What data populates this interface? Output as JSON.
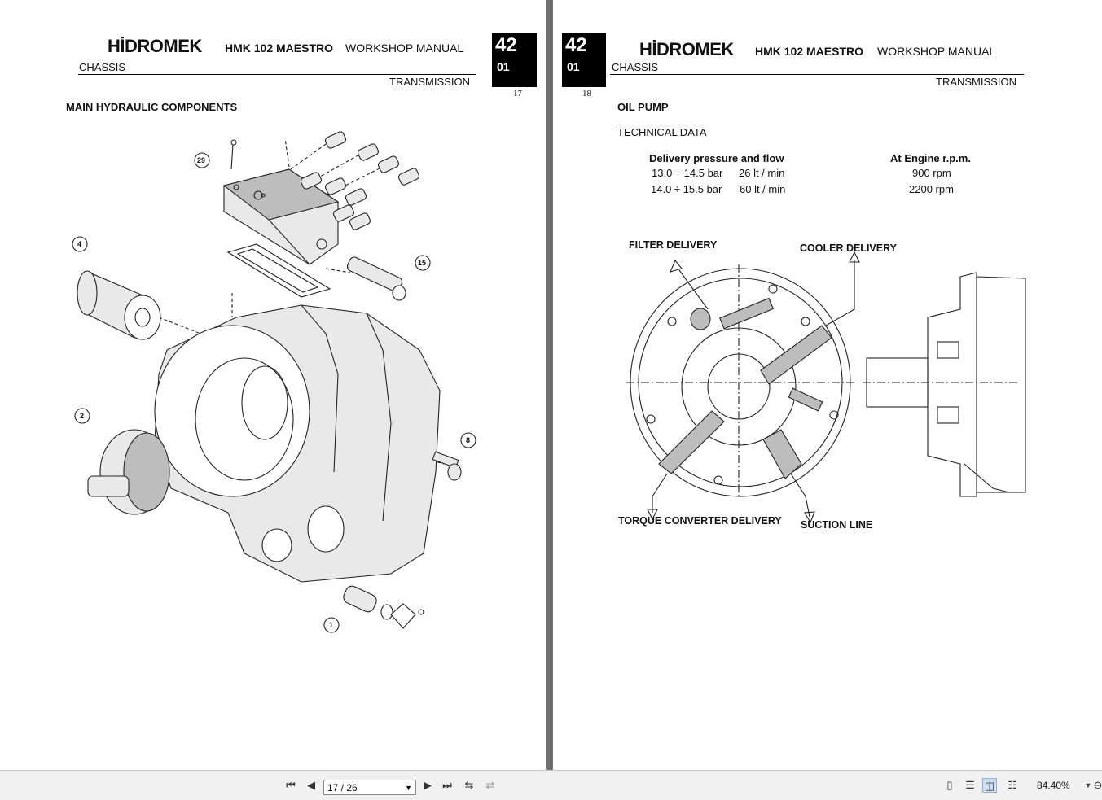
{
  "left_page": {
    "brand": "HİDROMEK",
    "model": "HMK 102 MAESTRO",
    "manual": "WORKSHOP MANUAL",
    "section": "CHASSIS",
    "subsection": "TRANSMISSION",
    "chapter_number": "42",
    "chapter_sub": "01",
    "page_number": "17",
    "heading": "MAIN HYDRAULIC COMPONENTS",
    "callouts": [
      "29",
      "4",
      "15",
      "2",
      "8",
      "1"
    ]
  },
  "right_page": {
    "brand": "HİDROMEK",
    "model": "HMK 102 MAESTRO",
    "manual": "WORKSHOP MANUAL",
    "section": "CHASSIS",
    "subsection": "TRANSMISSION",
    "chapter_number": "42",
    "chapter_sub": "01",
    "page_number": "18",
    "heading": "OIL PUMP",
    "subheading": "TECHNICAL DATA",
    "table": {
      "col1_header": "Delivery pressure and flow",
      "col2_header": "At Engine r.p.m.",
      "rows": [
        {
          "pressure": "13.0 ÷ 14.5 bar",
          "flow": "26 lt / min",
          "rpm": "900 rpm"
        },
        {
          "pressure": "14.0 ÷ 15.5 bar",
          "flow": "60 lt / min",
          "rpm": "2200 rpm"
        }
      ]
    },
    "labels": {
      "filter_delivery": "FILTER DELIVERY",
      "cooler_delivery": "COOLER DELIVERY",
      "torque_converter_delivery": "TORQUE CONVERTER DELIVERY",
      "suction_line": "SUCTION LINE"
    }
  },
  "toolbar": {
    "page_indicator": "17 / 26",
    "zoom": "84.40%",
    "icons": [
      "first-page-icon",
      "prev-page-icon",
      "next-page-icon",
      "last-page-icon",
      "go-back-view-icon",
      "go-forward-view-icon",
      "single-page-icon",
      "continuous-page-icon",
      "two-page-icon",
      "two-page-continuous-icon",
      "zoom-dropdown-icon",
      "zoom-out-icon"
    ]
  }
}
